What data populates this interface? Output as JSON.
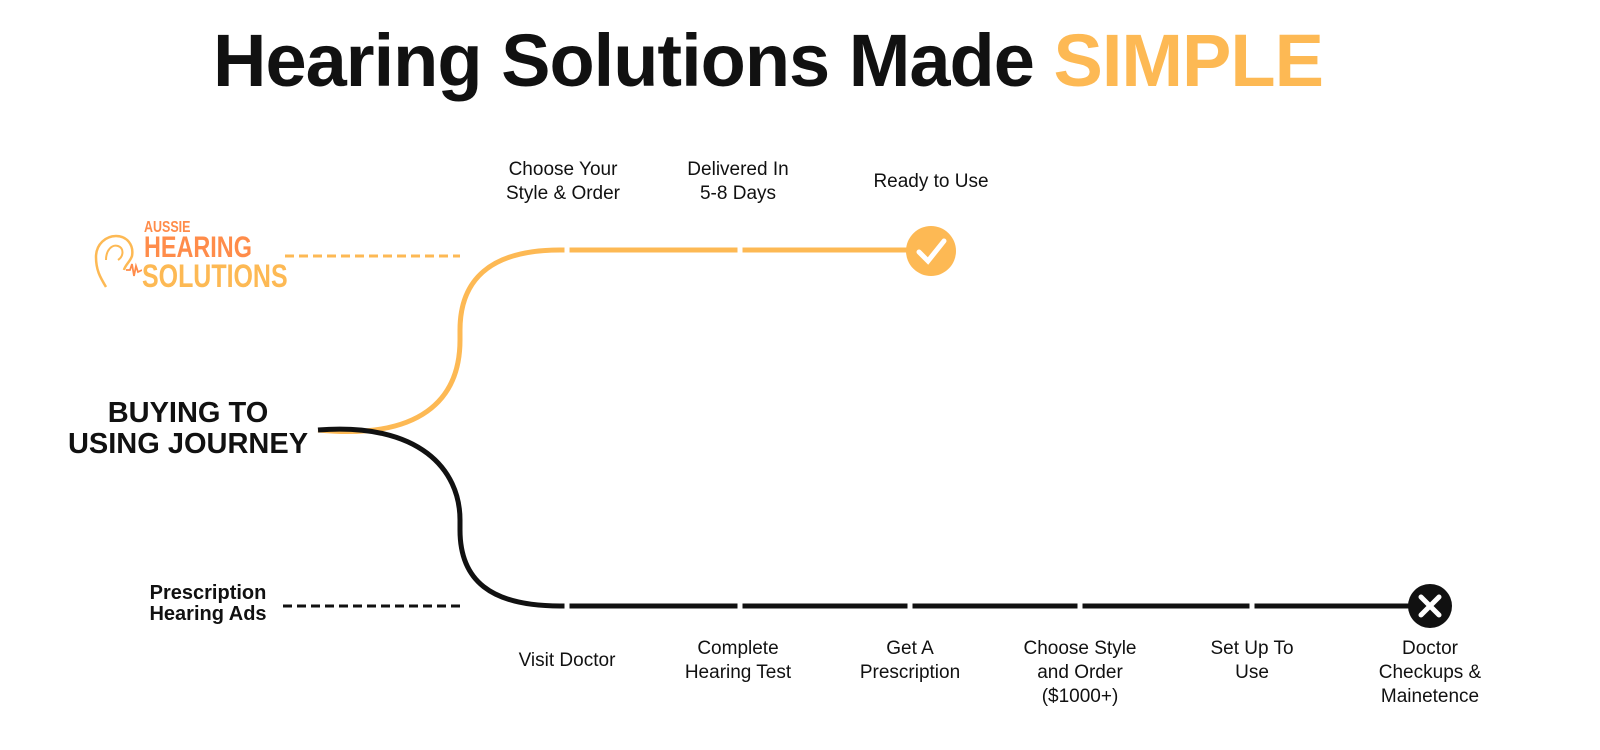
{
  "title": {
    "main": "Hearing Solutions Made",
    "highlight": "SIMPLE"
  },
  "journey_label": "BUYING TO\nUSING JOURNEY",
  "logo": {
    "line1": "AUSSIE",
    "line2": "HEARING",
    "line3": "SOLUTIONS"
  },
  "prescription_label": "Prescription\nHearing Ads",
  "top_steps": [
    "Choose Your\nStyle & Order",
    "Delivered In\n5-8 Days",
    "Ready to Use"
  ],
  "bottom_steps": [
    "Visit Doctor",
    "Complete\nHearing Test",
    "Get A\nPrescription",
    "Choose Style\nand Order\n($1000+)",
    "Set Up To\nUse",
    "Doctor\nCheckups &\nMainetence"
  ],
  "colors": {
    "accent": "#FDB954",
    "logo_orange": "#FF8C4A",
    "dark": "#111111"
  }
}
